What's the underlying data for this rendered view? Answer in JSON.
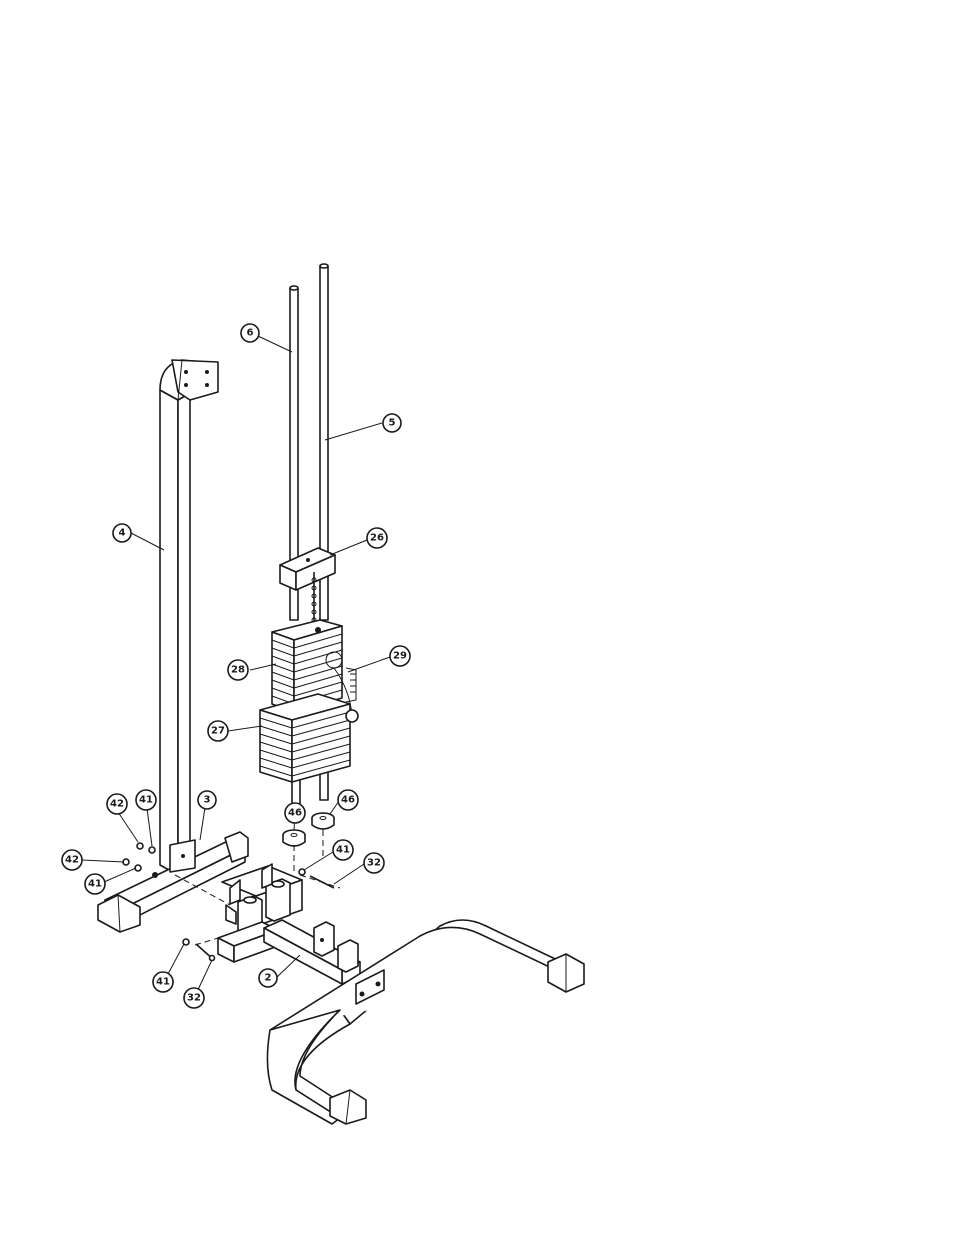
{
  "callouts": [
    {
      "id": "c-6a",
      "label": "6"
    },
    {
      "id": "c-5",
      "label": "5"
    },
    {
      "id": "c-4",
      "label": "4"
    },
    {
      "id": "c-26",
      "label": "26"
    },
    {
      "id": "c-28",
      "label": "28"
    },
    {
      "id": "c-29",
      "label": "29"
    },
    {
      "id": "c-27",
      "label": "27"
    },
    {
      "id": "c-42a",
      "label": "42"
    },
    {
      "id": "c-41a",
      "label": "41"
    },
    {
      "id": "c-3",
      "label": "3"
    },
    {
      "id": "c-46a",
      "label": "46"
    },
    {
      "id": "c-46b",
      "label": "46"
    },
    {
      "id": "c-42b",
      "label": "42"
    },
    {
      "id": "c-41b",
      "label": "41"
    },
    {
      "id": "c-41c",
      "label": "41"
    },
    {
      "id": "c-32a",
      "label": "32"
    },
    {
      "id": "c-41d",
      "label": "41"
    },
    {
      "id": "c-2",
      "label": "2"
    },
    {
      "id": "c-32b",
      "label": "32"
    }
  ]
}
